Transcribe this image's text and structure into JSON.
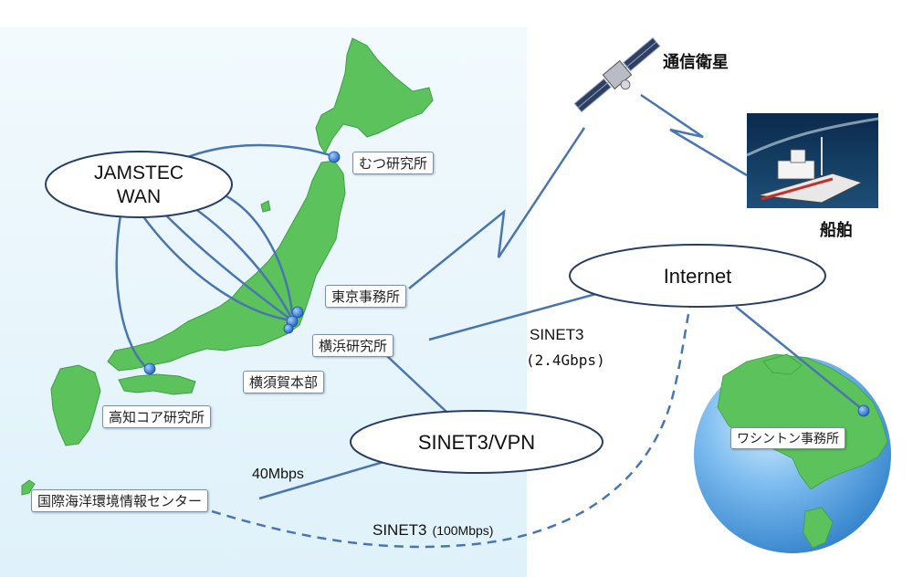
{
  "nodes": {
    "jamstec_wan": [
      "JAMSTEC",
      "WAN"
    ],
    "internet": "Internet",
    "sinet3_vpn": "SINET3/VPN"
  },
  "labels": {
    "satellite": "通信衛星",
    "ship": "船舶",
    "sinet3": "SINET3",
    "sinet3_speed": "(2.4Gbps)",
    "bw_40": "40Mbps",
    "sinet3_100_main": "SINET3",
    "sinet3_100_speed": "(100Mbps)"
  },
  "sites": {
    "mutsu": "むつ研究所",
    "tokyo": "東京事務所",
    "yokohama": "横浜研究所",
    "yokosuka": "横須賀本部",
    "kochi": "高知コア研究所",
    "gods": "国際海洋環境情報センター",
    "washington": "ワシントン事務所"
  },
  "colors": {
    "link": "#4a76b0",
    "land": "#5cc25c",
    "land_edge": "#3f9f45",
    "sea": "#e4f4fb",
    "globe_ocean": "#5fa9e6",
    "dot": "#2b6fd1"
  }
}
